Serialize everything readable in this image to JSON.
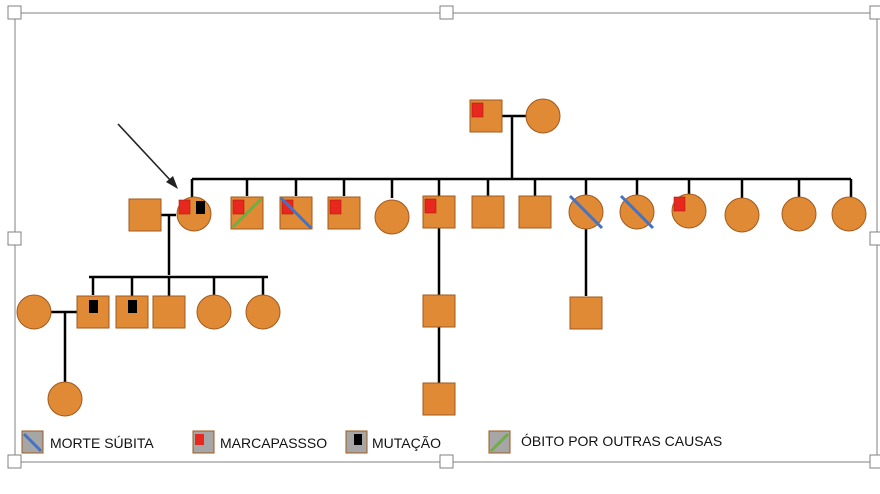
{
  "colors": {
    "shape_fill": "#E08A35",
    "shape_stroke": "#A05A1E",
    "line": "#000000",
    "pacemaker": "#E8281E",
    "mutation": "#000000",
    "sudden_death": "#4472C4",
    "other_death": "#70AD47",
    "legend_box": "#A6A6A6",
    "frame": "#808080"
  },
  "legend": [
    {
      "key": "sudden_death",
      "label": "MORTE SÚBITA"
    },
    {
      "key": "pacemaker",
      "label": "MARCAPASSSO"
    },
    {
      "key": "mutation",
      "label": "MUTAÇÃO"
    },
    {
      "key": "other_death",
      "label": "ÓBITO POR OUTRAS CAUSAS"
    }
  ],
  "individuals": [
    {
      "id": "gen1-father",
      "sex": "M",
      "pacemaker": true,
      "mutation": false,
      "sudden_death": false,
      "other_death": false
    },
    {
      "id": "gen1-mother",
      "sex": "F",
      "pacemaker": false,
      "mutation": false,
      "sudden_death": false,
      "other_death": false
    },
    {
      "id": "proband-spouse",
      "sex": "M",
      "pacemaker": false,
      "mutation": false,
      "sudden_death": false,
      "other_death": false
    },
    {
      "id": "proband",
      "sex": "F",
      "pacemaker": true,
      "mutation": true,
      "sudden_death": false,
      "other_death": false,
      "proband": true
    },
    {
      "id": "sib-1",
      "sex": "M",
      "pacemaker": true,
      "mutation": false,
      "sudden_death": false,
      "other_death": true
    },
    {
      "id": "sib-2",
      "sex": "M",
      "pacemaker": true,
      "mutation": false,
      "sudden_death": true,
      "other_death": false
    },
    {
      "id": "sib-3",
      "sex": "M",
      "pacemaker": true,
      "mutation": false,
      "sudden_death": false,
      "other_death": false
    },
    {
      "id": "sib-4",
      "sex": "F",
      "pacemaker": false,
      "mutation": false,
      "sudden_death": false,
      "other_death": false
    },
    {
      "id": "sib-5",
      "sex": "M",
      "pacemaker": true,
      "mutation": false,
      "sudden_death": false,
      "other_death": false
    },
    {
      "id": "sib-6",
      "sex": "M",
      "pacemaker": false,
      "mutation": false,
      "sudden_death": false,
      "other_death": false
    },
    {
      "id": "sib-7",
      "sex": "M",
      "pacemaker": false,
      "mutation": false,
      "sudden_death": false,
      "other_death": false
    },
    {
      "id": "sib-8",
      "sex": "F",
      "pacemaker": false,
      "mutation": false,
      "sudden_death": true,
      "other_death": false
    },
    {
      "id": "sib-9",
      "sex": "F",
      "pacemaker": false,
      "mutation": false,
      "sudden_death": true,
      "other_death": false
    },
    {
      "id": "sib-10",
      "sex": "F",
      "pacemaker": true,
      "mutation": false,
      "sudden_death": false,
      "other_death": false
    },
    {
      "id": "sib-11",
      "sex": "F",
      "pacemaker": false,
      "mutation": false,
      "sudden_death": false,
      "other_death": false
    },
    {
      "id": "sib-12",
      "sex": "F",
      "pacemaker": false,
      "mutation": false,
      "sudden_death": false,
      "other_death": false
    },
    {
      "id": "sib-13",
      "sex": "F",
      "pacemaker": false,
      "mutation": false,
      "sudden_death": false,
      "other_death": false
    },
    {
      "id": "child-1-spouse",
      "sex": "F",
      "pacemaker": false,
      "mutation": false,
      "sudden_death": false,
      "other_death": false
    },
    {
      "id": "child-1",
      "sex": "M",
      "pacemaker": false,
      "mutation": true,
      "sudden_death": false,
      "other_death": false
    },
    {
      "id": "child-2",
      "sex": "M",
      "pacemaker": false,
      "mutation": true,
      "sudden_death": false,
      "other_death": false
    },
    {
      "id": "child-3",
      "sex": "M",
      "pacemaker": false,
      "mutation": false,
      "sudden_death": false,
      "other_death": false
    },
    {
      "id": "child-4",
      "sex": "F",
      "pacemaker": false,
      "mutation": false,
      "sudden_death": false,
      "other_death": false
    },
    {
      "id": "child-5",
      "sex": "F",
      "pacemaker": false,
      "mutation": false,
      "sudden_death": false,
      "other_death": false
    },
    {
      "id": "grandchild-1",
      "sex": "F",
      "pacemaker": false,
      "mutation": false,
      "sudden_death": false,
      "other_death": false
    },
    {
      "id": "sib-5-child",
      "sex": "M",
      "pacemaker": false,
      "mutation": false,
      "sudden_death": false,
      "other_death": false
    },
    {
      "id": "sib-5-grandchild",
      "sex": "M",
      "pacemaker": false,
      "mutation": false,
      "sudden_death": false,
      "other_death": false
    },
    {
      "id": "sib-8-child",
      "sex": "M",
      "pacemaker": false,
      "mutation": false,
      "sudden_death": false,
      "other_death": false
    }
  ]
}
